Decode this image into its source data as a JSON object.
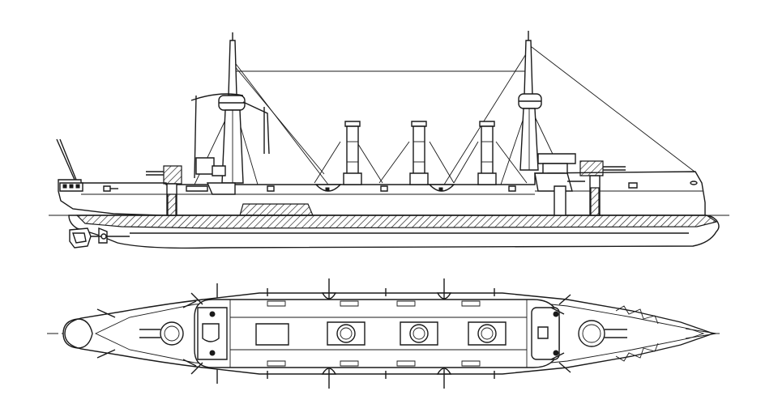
{
  "drawing": {
    "subject": "armored-cruiser-plans",
    "views": [
      "side-elevation",
      "deck-plan"
    ],
    "ink_color": "#1a1a1a",
    "paper_color": "#ffffff"
  }
}
